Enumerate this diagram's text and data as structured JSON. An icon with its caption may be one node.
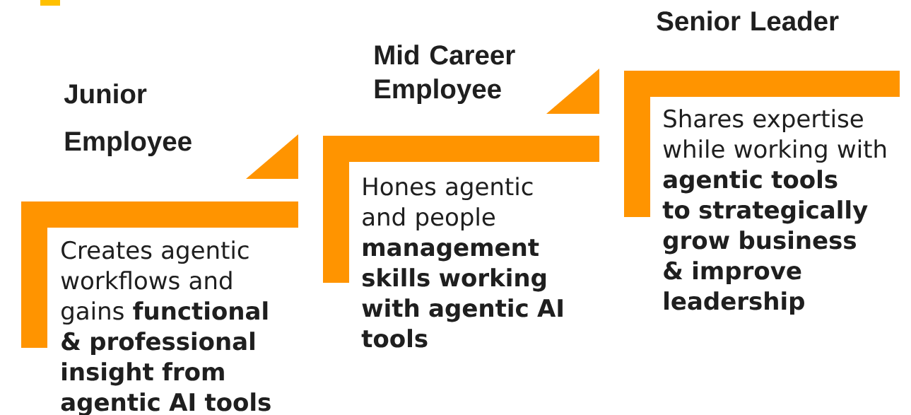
{
  "diagram": {
    "nodes": [
      {
        "text": [
          "Junior Employee",
          "Creates agentic workflows and gains **functional & professional insight from agentic AI tools**"
        ]
      },
      {
        "text": [
          "Mid Career Employee",
          "Hones agentic and people **management skills working with agentic AI tools**"
        ]
      },
      {
        "text": [
          "Senior Leader",
          "Shares expertise while working with **agentic tools to strategically grow business & improve leadership**"
        ]
      }
    ]
  }
}
